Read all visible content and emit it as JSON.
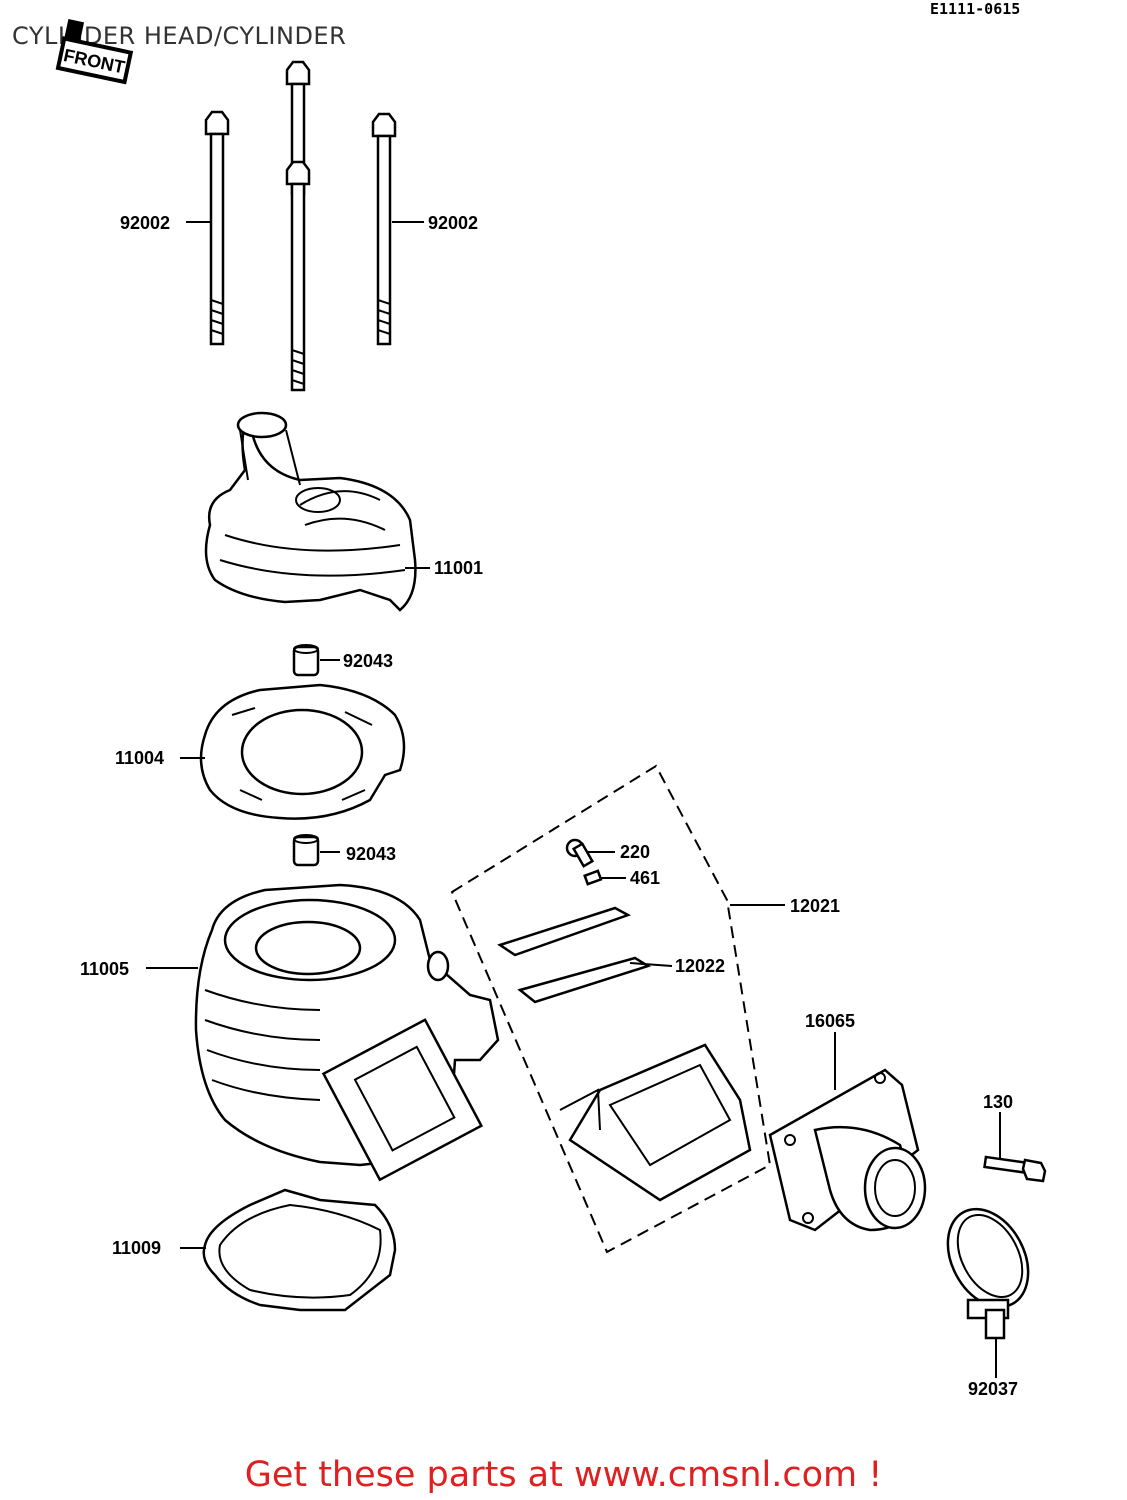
{
  "header": {
    "title": "CYLINDER HEAD/CYLINDER",
    "doc_id": "E1111-0615",
    "front_label": "FRONT"
  },
  "parts": [
    {
      "id": "p1",
      "label": "92002"
    },
    {
      "id": "p2",
      "label": "92002"
    },
    {
      "id": "p3",
      "label": "11001"
    },
    {
      "id": "p4",
      "label": "92043"
    },
    {
      "id": "p5",
      "label": "11004"
    },
    {
      "id": "p6",
      "label": "92043"
    },
    {
      "id": "p7",
      "label": "220"
    },
    {
      "id": "p8",
      "label": "461"
    },
    {
      "id": "p9",
      "label": "12021"
    },
    {
      "id": "p10",
      "label": "12022"
    },
    {
      "id": "p11",
      "label": "11005"
    },
    {
      "id": "p12",
      "label": "16065"
    },
    {
      "id": "p13",
      "label": "130"
    },
    {
      "id": "p14",
      "label": "11009"
    },
    {
      "id": "p15",
      "label": "92037"
    }
  ],
  "footer": {
    "text": "Get these parts at www.cmsnl.com !"
  }
}
